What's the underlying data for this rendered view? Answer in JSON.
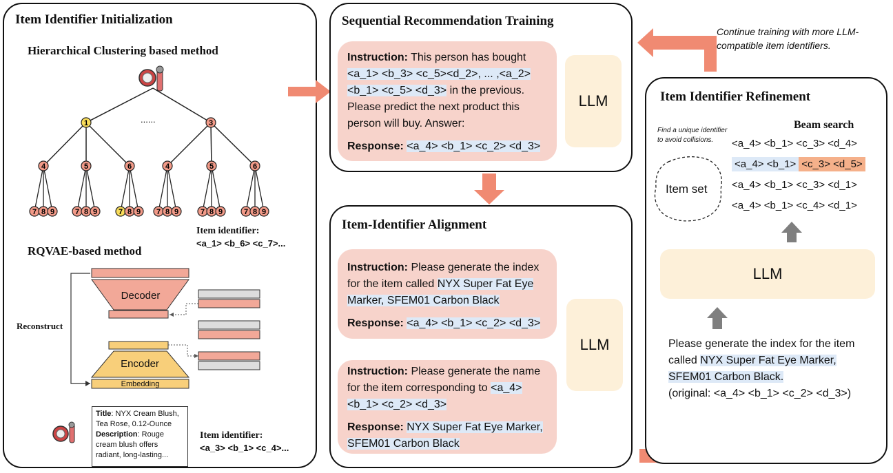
{
  "left_panel": {
    "title": "Item Identifier Initialization",
    "hierarchical": {
      "subtitle": "Hierarchical Clustering based method",
      "level1": [
        "1",
        "3"
      ],
      "ellipsis": "......",
      "level2": [
        "4",
        "5",
        "6",
        "4",
        "5",
        "6"
      ],
      "level3": [
        "7",
        "8",
        "9"
      ],
      "id_label": "Item identifier:",
      "id_value": "<a_1> <b_6> <c_7>..."
    },
    "rqvae": {
      "subtitle": "RQVAE-based method",
      "decoder": "Decoder",
      "encoder": "Encoder",
      "embedding": "Embedding",
      "reconstruct": "Reconstruct",
      "product": {
        "title_label": "Title",
        "title_value": ": NYX Cream Blush, Tea Rose, 0.12-Ounce",
        "desc_label": "Description",
        "desc_value": ": Rouge cream blush offers radiant, long-lasting..."
      },
      "id_label": "Item identifier:",
      "id_value": "<a_3> <b_1> <c_4>..."
    }
  },
  "training_panel": {
    "title": "Sequential Recommendation Training",
    "instruction_label": "Instruction:",
    "instruction_text_1": " This person has bought ",
    "instruction_hl_1": "<a_1> <b_3> <c_5><d_2>, ... ,<a_2>",
    "instruction_hl_2": "<b_1> <c_5> <d_3>",
    "instruction_text_2": " in the previous. Please predict the next product this person will buy. Answer:",
    "response_label": "Response:",
    "response_value": "<a_4> <b_1> <c_2> <d_3>",
    "llm": "LLM"
  },
  "alignment_panel": {
    "title": "Item-Identifier Alignment",
    "box1": {
      "instruction_label": "Instruction:",
      "instruction_text": " Please generate the index for the item called ",
      "instruction_hl": "NYX Super Fat Eye Marker, SFEM01 Carbon Black",
      "response_label": "Response:",
      "response_value": "<a_4> <b_1> <c_2> <d_3>"
    },
    "box2": {
      "instruction_label": "Instruction:",
      "instruction_text": " Please generate the name for the item corresponding to ",
      "instruction_hl_1": " <a_4>",
      "instruction_hl_2": "<b_1> <c_2> <d_3>",
      "response_label": "Response:",
      "response_value": "NYX Super Fat Eye Marker, SFEM01 Carbon Black"
    },
    "llm": "LLM"
  },
  "refinement_panel": {
    "title": "Item Identifier Refinement",
    "note": "Find a unique identifier to avoid collisions.",
    "beam_title": "Beam search",
    "beam_rows": [
      {
        "a": "<a_4> <b_1> <c_3> <d_4>"
      },
      {
        "a": "<a_4> <b_1>",
        "b": "<c_3> <d_5>"
      },
      {
        "a": "<a_4> <b_1> <c_3> <d_1>"
      },
      {
        "a": "<a_4> <b_1> <c_4> <d_1>"
      }
    ],
    "item_set": "Item set",
    "llm": "LLM",
    "prompt_text": "Please generate the index for the item called ",
    "prompt_hl_1": "NYX Super Fat Eye Marker,",
    "prompt_hl_2": "SFEM01 Carbon Black.",
    "prompt_original": "(original: <a_4> <b_1> <c_2> <d_3>)"
  },
  "top_note": "Continue training with more LLM-compatible item identifiers.",
  "colors": {
    "salmon": "#f7d3cb",
    "arrow": "#f08a72",
    "llm_bg": "#fdf0d9",
    "highlight": "#dde9f7",
    "highlight_orange": "#f5b08a",
    "node_red": "#f29a88",
    "node_yellow": "#f8dc5a"
  }
}
